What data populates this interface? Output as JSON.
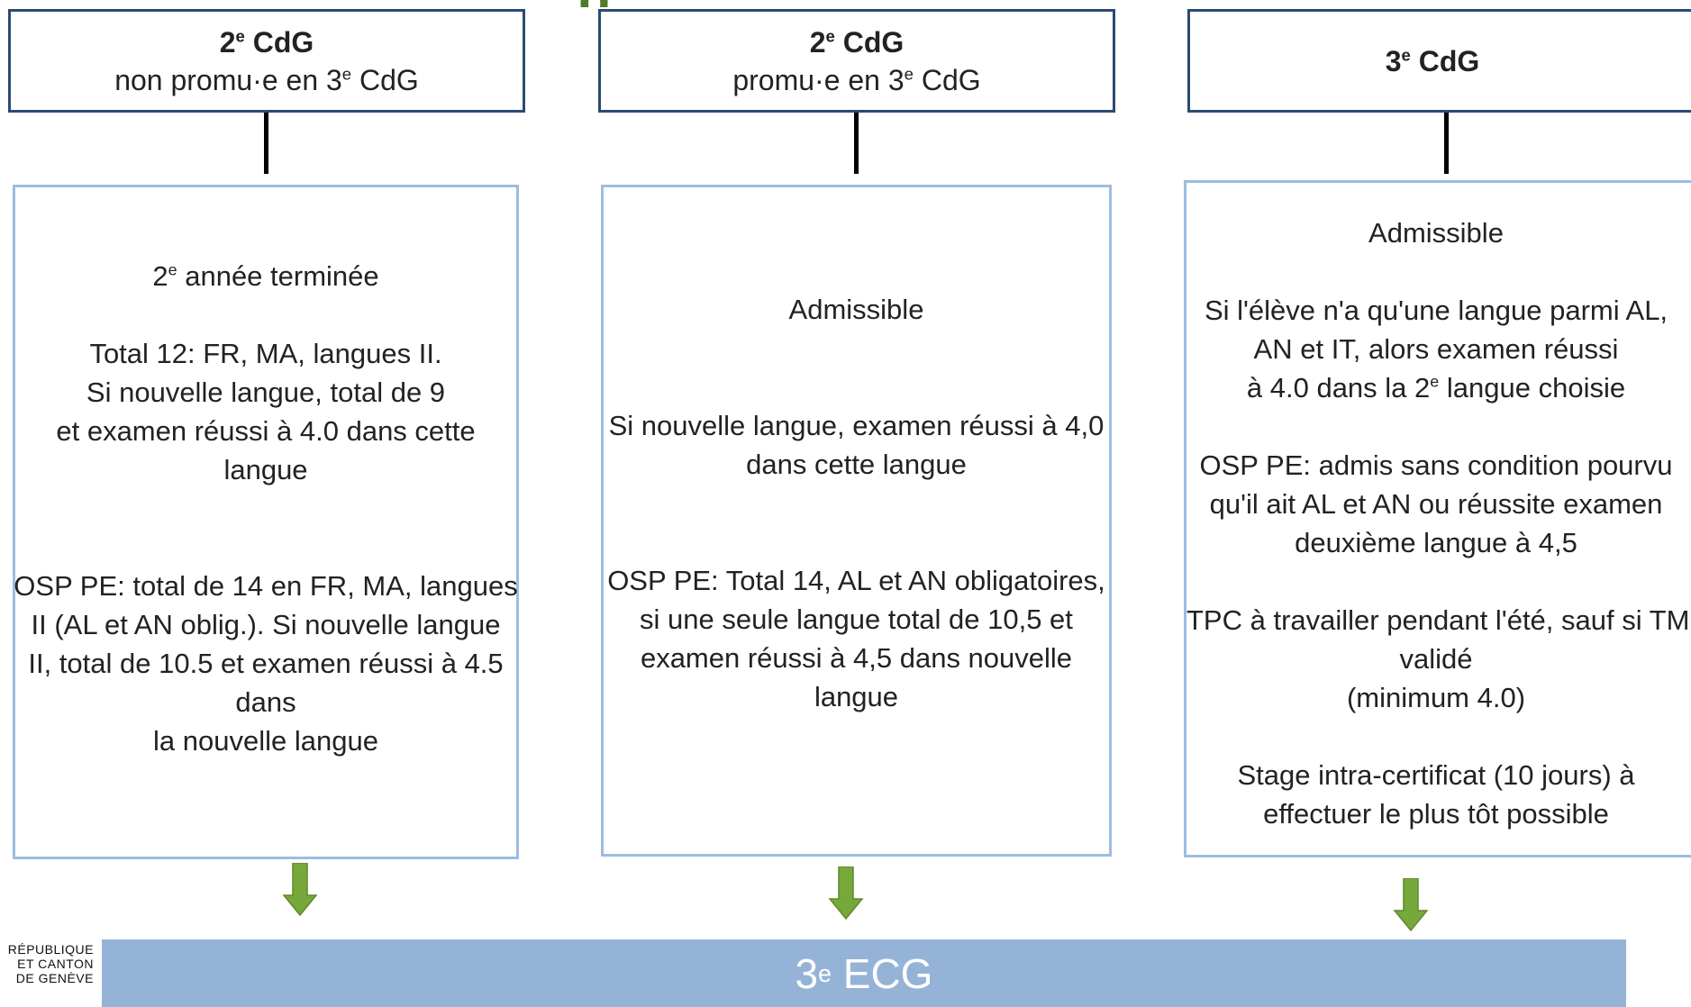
{
  "colors": {
    "header_border": "#2b4a72",
    "box_border": "#9dbde0",
    "arrow": "#77a83a",
    "banner": "#95b3d7"
  },
  "columns": [
    {
      "header": {
        "ord": "2",
        "sup": "e",
        "name": "CdG",
        "sub_pre": "non promu·e en 3",
        "sub_sup": "e",
        "sub_post": "CdG"
      },
      "body": {
        "l1_pre": "2",
        "l1_sup": "e",
        "l1_post": "année terminée",
        "p2": [
          "Total 12: FR, MA, langues II.",
          "Si nouvelle langue, total de 9",
          "et examen réussi à 4.0 dans cette",
          "langue"
        ],
        "p3": [
          "OSP PE: total de 14 en FR, MA, langues",
          "II (AL et AN oblig.). Si nouvelle langue",
          "II, total de 10.5 et examen réussi à 4.5",
          "dans",
          "la nouvelle langue"
        ]
      }
    },
    {
      "header": {
        "ord": "2",
        "sup": "e",
        "name": "CdG",
        "sub_pre": "promu·e en 3",
        "sub_sup": "e",
        "sub_post": "CdG"
      },
      "body": {
        "p1": [
          "Admissible"
        ],
        "p2": [
          "Si nouvelle langue, examen réussi à 4,0",
          "dans cette langue"
        ],
        "p3": [
          "OSP PE: Total 14, AL et AN obligatoires,",
          "si une seule langue total de 10,5 et",
          "examen réussi à 4,5 dans nouvelle",
          "langue"
        ]
      }
    },
    {
      "header": {
        "ord": "3",
        "sup": "e",
        "name": "CdG"
      },
      "body": {
        "p1": [
          "Admissible"
        ],
        "p2a": [
          "Si l'élève n'a qu'une langue parmi AL,",
          "AN et IT, alors examen réussi"
        ],
        "p2b_pre": "à 4.0 dans la 2",
        "p2b_sup": "e",
        "p2b_post": "langue choisie",
        "p3": [
          "OSP PE: admis sans condition pourvu",
          "qu'il ait AL et AN ou réussite examen",
          "deuxième langue à 4,5"
        ],
        "p4": [
          "TPC à travailler pendant l'été, sauf si TM",
          "validé",
          "(minimum 4.0)"
        ],
        "p5": [
          "Stage intra-certificat (10 jours) à",
          "effectuer le plus tôt possible"
        ]
      }
    }
  ],
  "banner": {
    "ord": "3",
    "sup": "e",
    "name": "ECG"
  },
  "logo": [
    "RÉPUBLIQUE",
    "ET CANTON",
    "DE GENÈVE"
  ],
  "title_fragment": "g"
}
